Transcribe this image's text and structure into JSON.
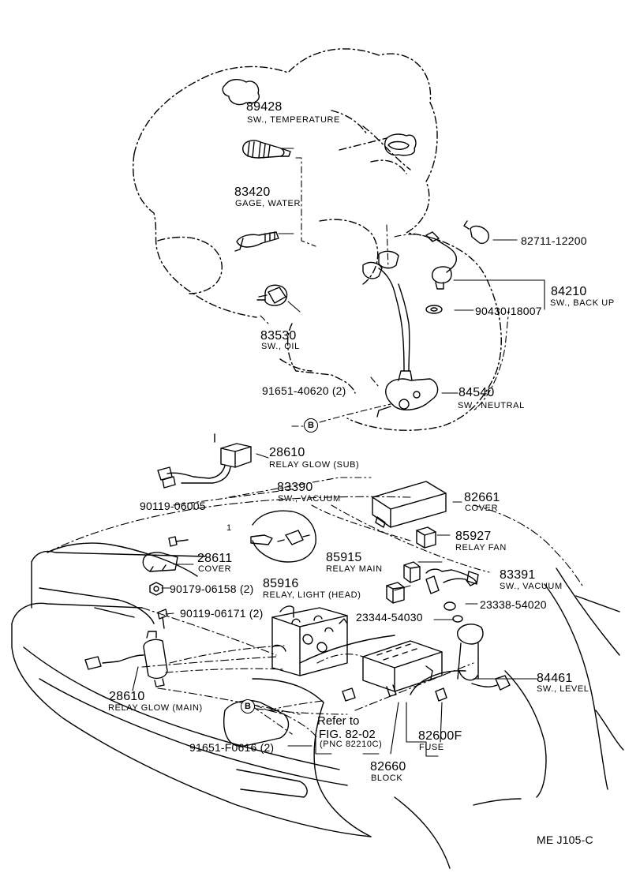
{
  "parts": {
    "p89428": {
      "number": "89428",
      "name": "SW., TEMPERATURE"
    },
    "p83420": {
      "number": "83420",
      "name": "GAGE, WATER"
    },
    "p83530": {
      "number": "83530",
      "name": "SW., OIL"
    },
    "p82711": {
      "number": "82711-12200"
    },
    "p84210": {
      "number": "84210",
      "name": "SW., BACK UP"
    },
    "p90430": {
      "number": "90430-18007"
    },
    "p91651a": {
      "number": "91651-40620 (2)"
    },
    "p84540": {
      "number": "84540",
      "name": "SW., NEUTRAL"
    },
    "p28610a": {
      "number": "28610",
      "name": "RELAY GLOW (SUB)"
    },
    "p83390": {
      "number": "83390",
      "name": "SW., VACUUM"
    },
    "p82661": {
      "number": "82661",
      "name": "COVER"
    },
    "p90119a": {
      "number": "90119-06005"
    },
    "p85927": {
      "number": "85927",
      "name": "RELAY FAN"
    },
    "p28611": {
      "number": "28611",
      "name": "COVER"
    },
    "p85915": {
      "number": "85915",
      "name": "RELAY MAIN"
    },
    "p83391": {
      "number": "83391",
      "name": "SW., VACUUM"
    },
    "p90179": {
      "number": "90179-06158 (2)"
    },
    "p85916": {
      "number": "85916",
      "name": "RELAY, LIGHT (HEAD)"
    },
    "p23338": {
      "number": "23338-54020"
    },
    "p90119b": {
      "number": "90119-06171 (2)"
    },
    "p23344": {
      "number": "23344-54030"
    },
    "p84461": {
      "number": "84461",
      "name": "SW., LEVEL"
    },
    "p28610b": {
      "number": "28610",
      "name": "RELAY GLOW (MAIN)"
    },
    "p91651b": {
      "number": "91651-F0616 (2)"
    },
    "p82600": {
      "number": "82600F",
      "name": "FUSE"
    },
    "p82660": {
      "number": "82660",
      "name": "BLOCK"
    }
  },
  "reference": {
    "line1": "Refer to",
    "line2": "FIG. 82-02",
    "line3": "(PNC 82210C)"
  },
  "callout_marker": "B",
  "small_marker": "1",
  "footer_code": "ME  J105-C"
}
